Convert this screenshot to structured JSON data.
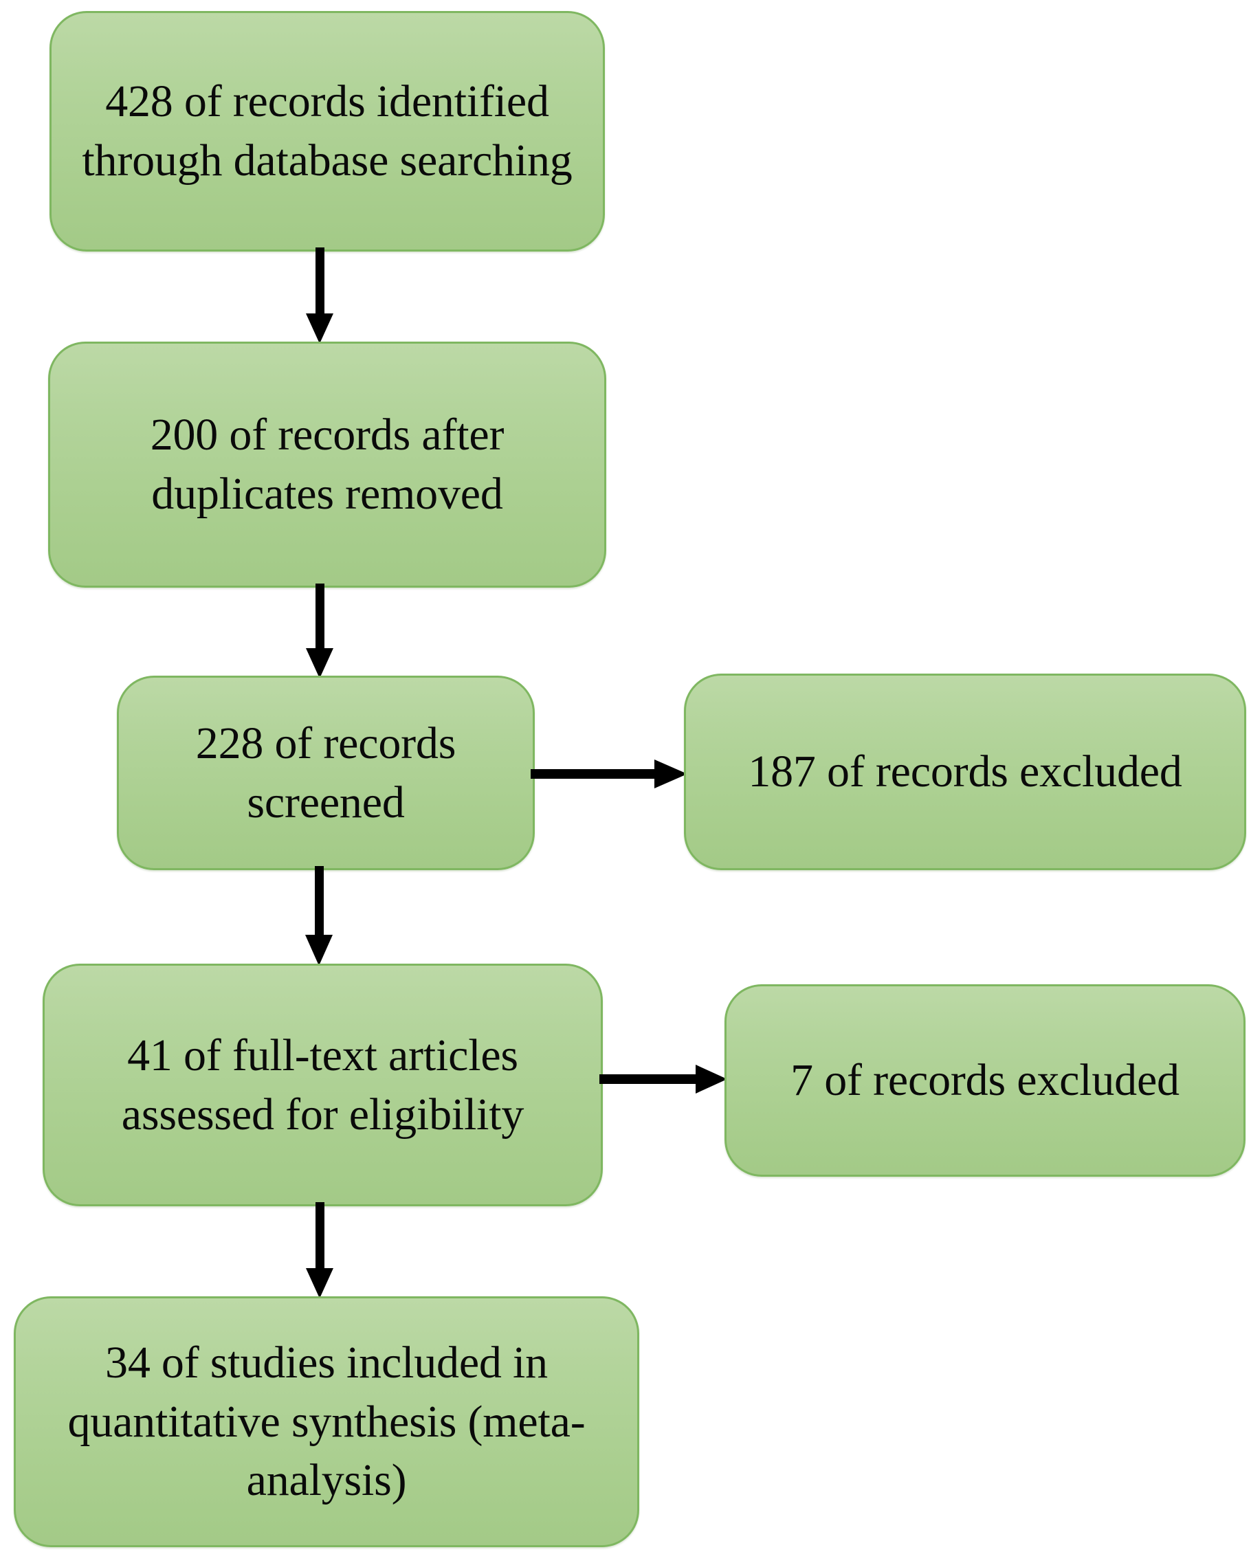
{
  "diagram": {
    "title": "PRISMA flow diagram",
    "type": "flowchart",
    "background_color": "#ffffff",
    "box_fill_color": "#b0d399",
    "box_border_color": "#7fb761",
    "arrow_color": "#000000",
    "text_color": "#0a0a0a"
  },
  "nodes": [
    {
      "id": "identified",
      "label": "428 of records identified through database searching",
      "count": 428,
      "stage": "identification",
      "lines": [
        "428 of records",
        "identified through",
        "database searching"
      ]
    },
    {
      "id": "duplicates_removed",
      "label": "200 of records after duplicates removed",
      "count": 200,
      "stage": "identification",
      "lines": [
        "200 of records after",
        "duplicates removed"
      ]
    },
    {
      "id": "screened",
      "label": "228 of records screened",
      "count": 228,
      "stage": "screening",
      "lines": [
        "228 of records",
        "screened"
      ]
    },
    {
      "id": "records_excluded",
      "label": "187 of records excluded",
      "count": 187,
      "stage": "screening",
      "lines": [
        "187 of records",
        "excluded"
      ]
    },
    {
      "id": "fulltext_assessed",
      "label": "41 of full-text articles assessed for eligibility",
      "count": 41,
      "stage": "eligibility",
      "lines": [
        "41 of full-text",
        "articles assessed for",
        "eligibility"
      ]
    },
    {
      "id": "fulltext_excluded",
      "label": "7 of records excluded",
      "count": 7,
      "stage": "eligibility",
      "lines": [
        "7 of records",
        "excluded"
      ]
    },
    {
      "id": "included",
      "label": "34 of studies included in quantitative synthesis (meta-analysis)",
      "count": 34,
      "stage": "included",
      "lines": [
        "34 of studies included in",
        "quantitative synthesis",
        "(meta-analysis)"
      ]
    }
  ],
  "edges": [
    {
      "id": "e1",
      "from": "identified",
      "to": "duplicates_removed",
      "direction": "down"
    },
    {
      "id": "e2",
      "from": "duplicates_removed",
      "to": "screened",
      "direction": "down"
    },
    {
      "id": "e3",
      "from": "screened",
      "to": "fulltext_assessed",
      "direction": "down"
    },
    {
      "id": "e4",
      "from": "screened",
      "to": "records_excluded",
      "direction": "right"
    },
    {
      "id": "e5",
      "from": "fulltext_assessed",
      "to": "fulltext_excluded",
      "direction": "right"
    },
    {
      "id": "e6",
      "from": "fulltext_assessed",
      "to": "included",
      "direction": "down"
    }
  ]
}
